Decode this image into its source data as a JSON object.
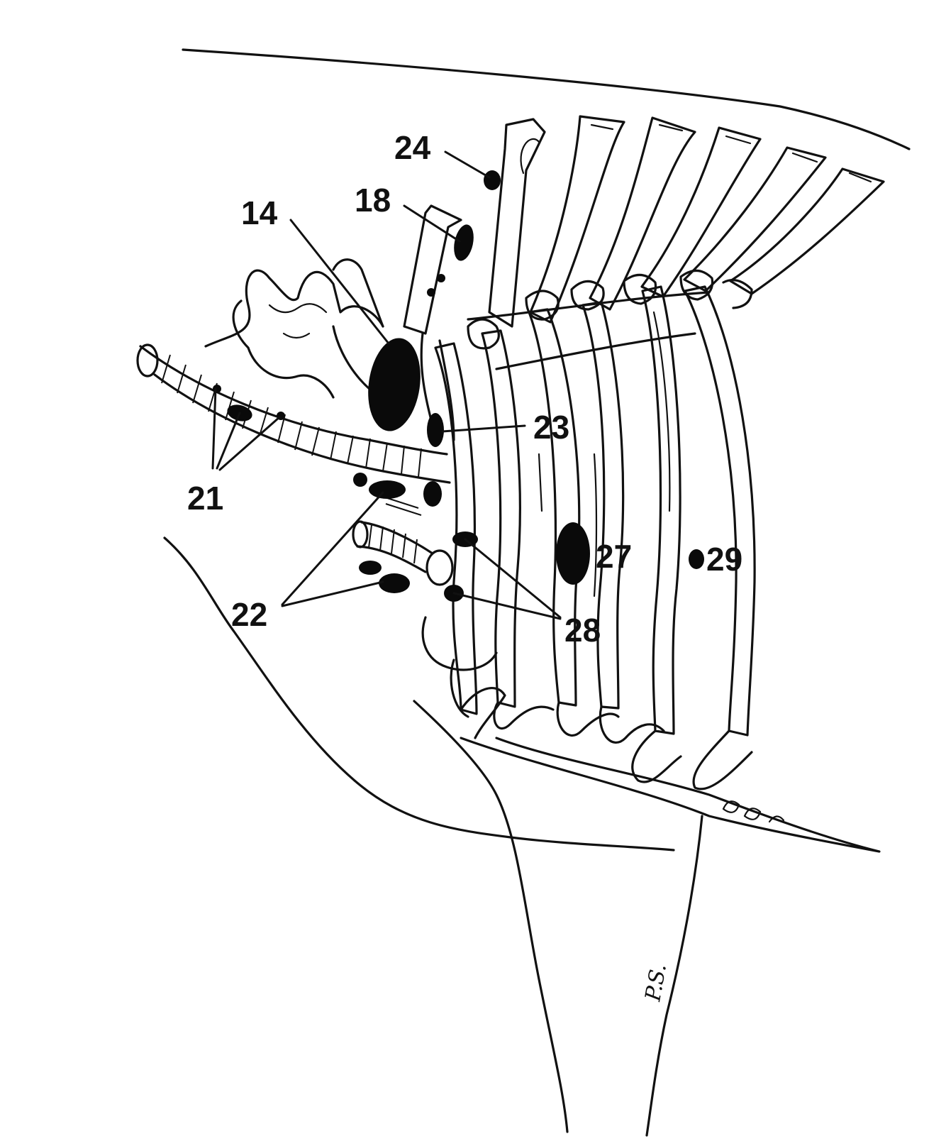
{
  "labels": {
    "l24": "24",
    "l18": "18",
    "l14": "14",
    "l23": "23",
    "l21": "21",
    "l27": "27",
    "l29": "29",
    "l22": "22",
    "l28": "28"
  },
  "signature": "P.S.",
  "colors": {
    "ink": "#111111",
    "paper": "#ffffff"
  }
}
